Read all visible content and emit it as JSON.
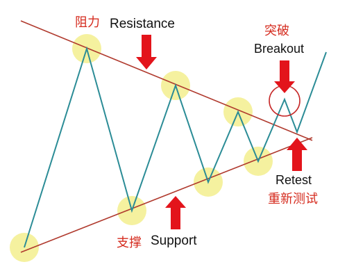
{
  "labels": {
    "resistance_cn": "阻力",
    "resistance_en": "Resistance",
    "breakout_cn": "突破",
    "breakout_en": "Breakout",
    "retest_en": "Retest",
    "retest_cn": "重新测试",
    "support_cn": "支撑",
    "support_en": "Support"
  },
  "colors": {
    "resistance_line": "#b03a2e",
    "support_line": "#b03a2e",
    "price_line": "#2b8c96",
    "touch_highlight": "#f3ef8e",
    "arrow": "#e3141b",
    "breakout_circle": "#c62828",
    "chinese_text": "#d52b1e",
    "english_text": "#111111"
  },
  "icons": [
    "down-arrow-icon",
    "up-arrow-icon",
    "breakout-circle-icon"
  ]
}
